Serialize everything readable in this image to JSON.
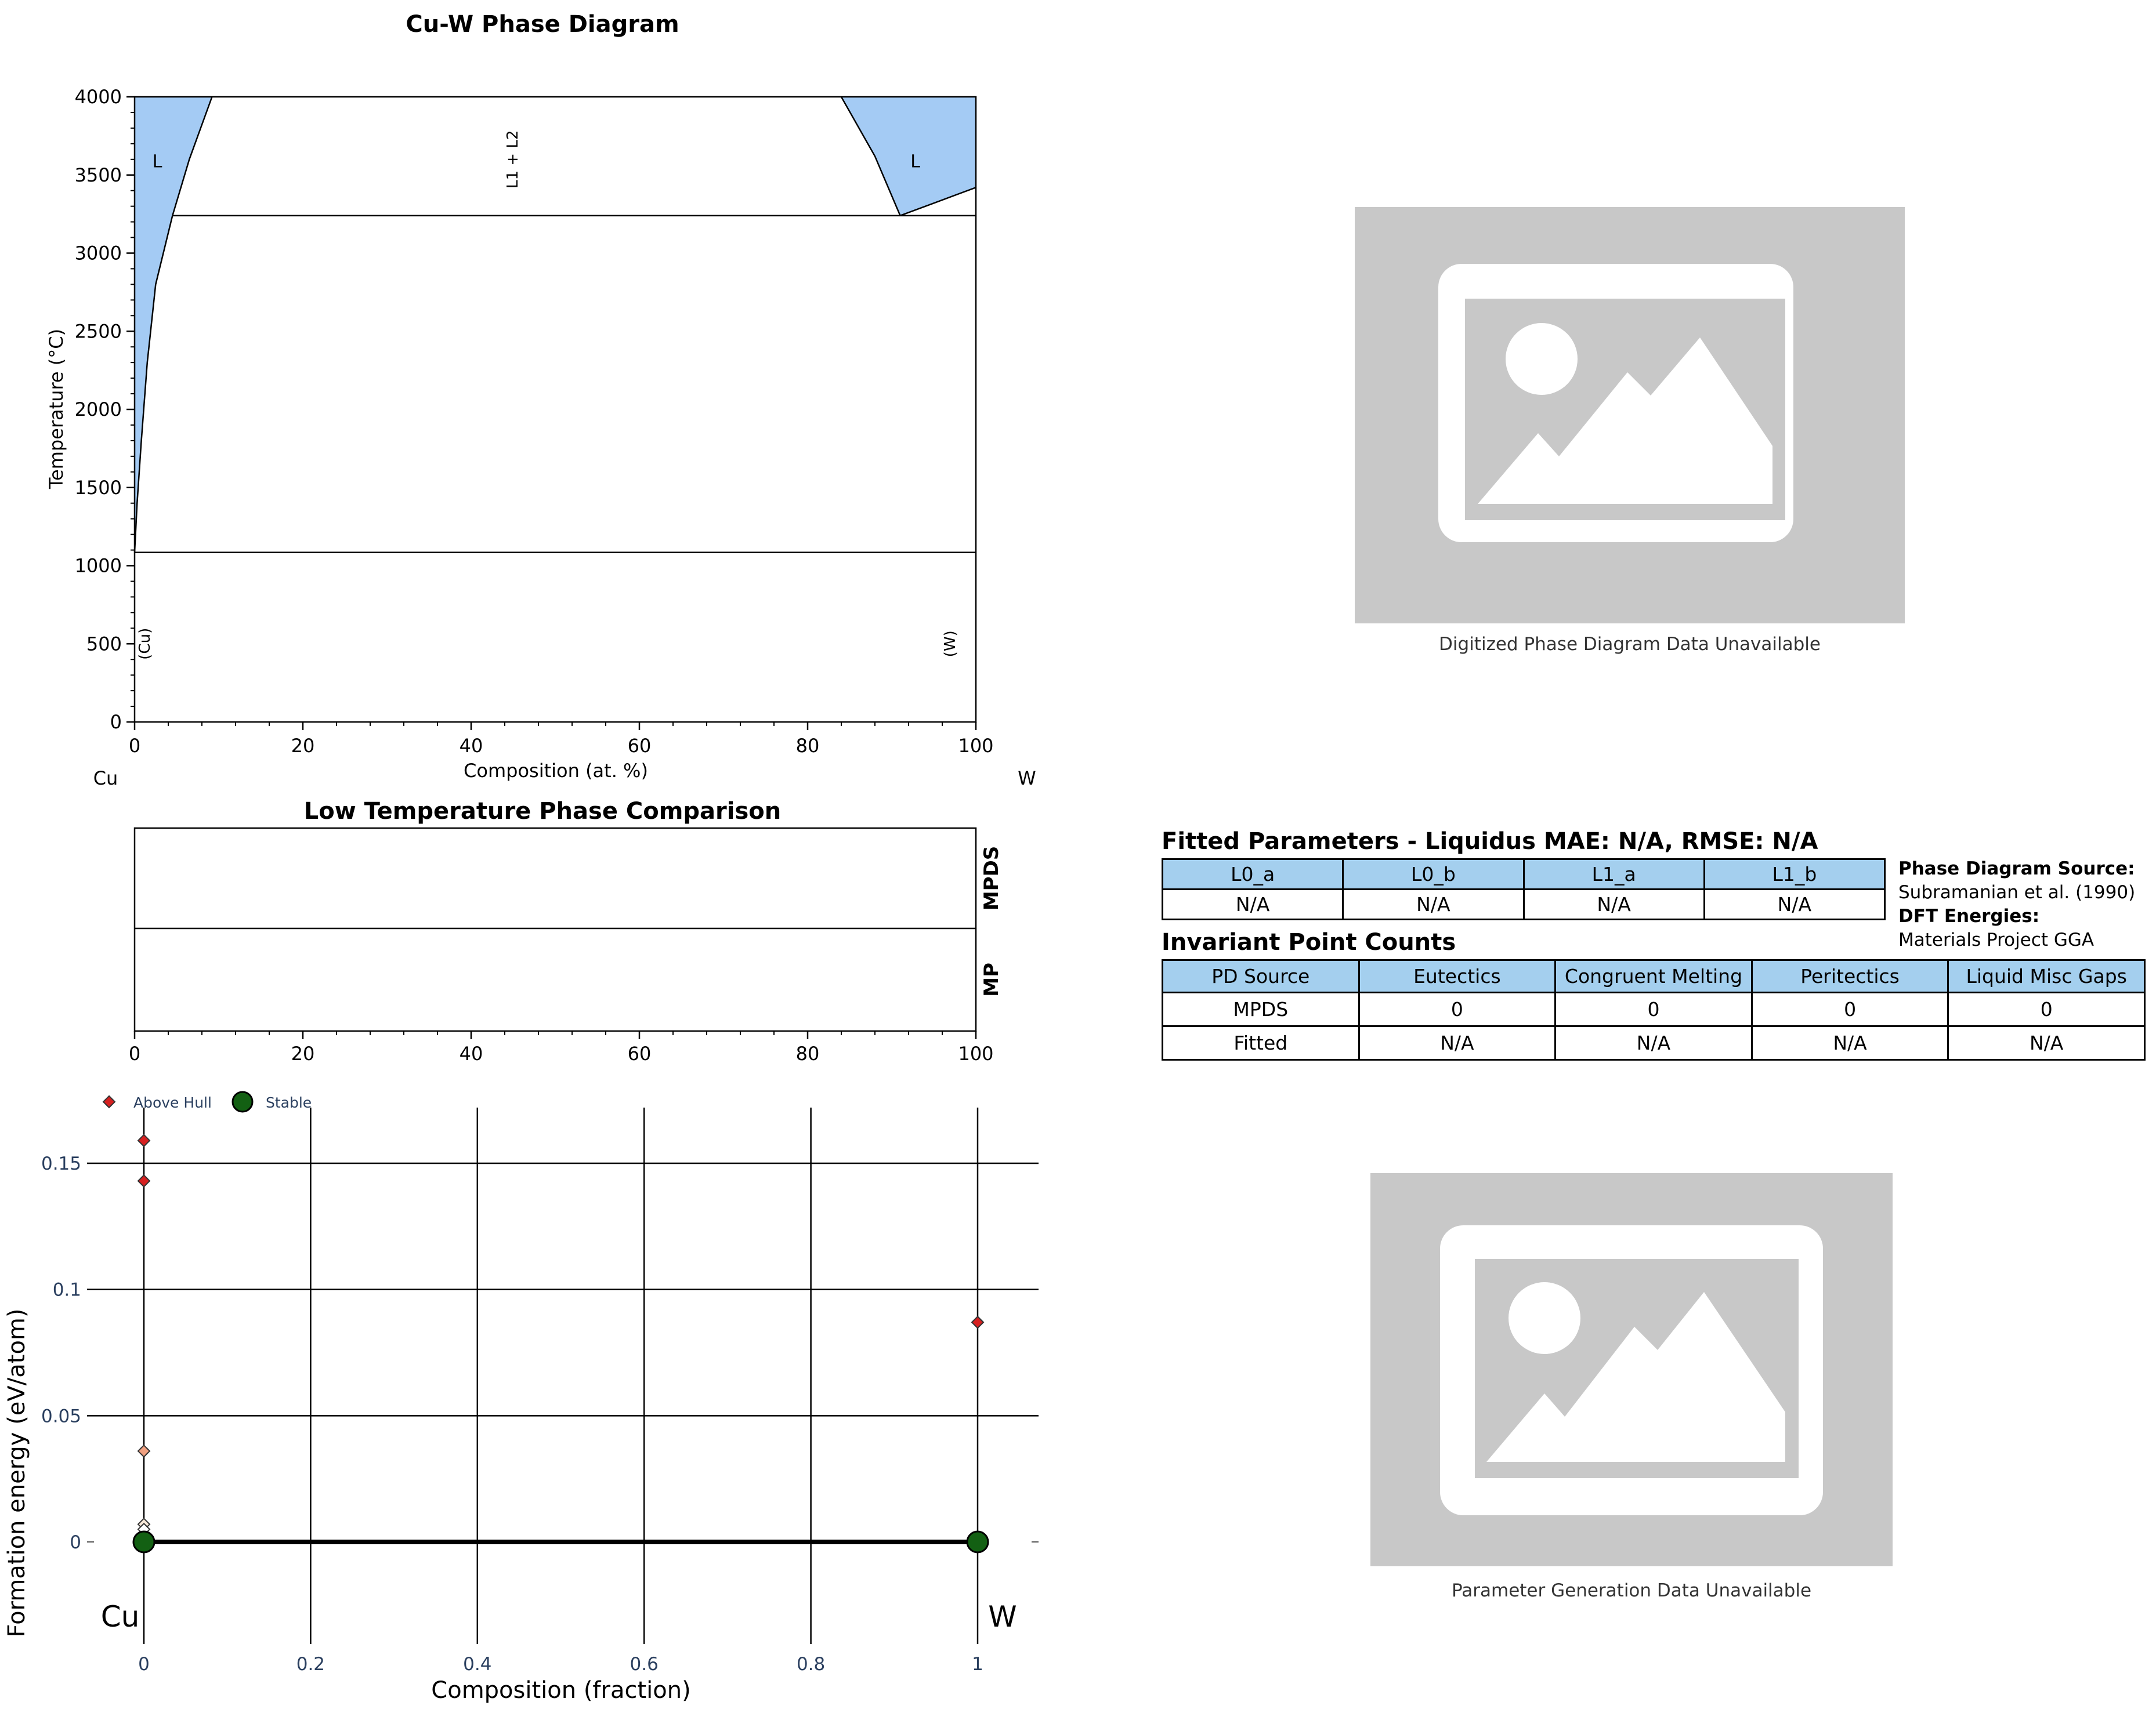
{
  "chart_data": [
    {
      "type": "area",
      "title": "Cu-W Phase Diagram",
      "xlabel": "Composition (at. %)",
      "ylabel": "Temperature (°C)",
      "xlim": [
        0,
        100
      ],
      "ylim": [
        0,
        4000
      ],
      "xticks": [
        "0",
        "20",
        "40",
        "60",
        "80",
        "100"
      ],
      "yticks": [
        "0",
        "500",
        "1000",
        "1500",
        "2000",
        "2500",
        "3000",
        "3500",
        "4000"
      ],
      "endpoints": {
        "left": "Cu",
        "right": "W"
      },
      "horizontal_lines": [
        1085,
        3240
      ],
      "liquid_color": "#a4cbf4",
      "region_labels": [
        {
          "text": "L",
          "x": 2.7,
          "y": 3550
        },
        {
          "text": "L",
          "x": 92.8,
          "y": 3550
        },
        {
          "text": "L1 + L2",
          "x": 45.5,
          "y": 3600
        },
        {
          "text": "(Cu)",
          "x": 1.8,
          "y": 500
        },
        {
          "text": "(W)",
          "x": 97.5,
          "y": 500
        }
      ],
      "left_liquidus": [
        [
          0,
          1085
        ],
        [
          0.3,
          1400
        ],
        [
          0.8,
          1800
        ],
        [
          1.5,
          2300
        ],
        [
          2.5,
          2800
        ],
        [
          4.5,
          3240
        ]
      ],
      "left_miscibility": [
        [
          4.5,
          3240
        ],
        [
          6.5,
          3600
        ],
        [
          9.2,
          4000
        ]
      ],
      "right_miscibility": [
        [
          84,
          4000
        ],
        [
          88,
          3620
        ],
        [
          91,
          3240
        ]
      ],
      "right_liquidus": [
        [
          91,
          3240
        ],
        [
          95,
          3320
        ],
        [
          100,
          3420
        ]
      ]
    },
    {
      "type": "table",
      "title": "Low Temperature Phase Comparison",
      "rows": [
        "MPDS",
        "MP"
      ],
      "xlim": [
        0,
        100
      ],
      "xticks": [
        "0",
        "20",
        "40",
        "60",
        "80",
        "100"
      ]
    },
    {
      "type": "scatter",
      "xlabel": "Composition (fraction)",
      "ylabel": "Formation energy (eV/atom)",
      "xlim": [
        0,
        1
      ],
      "ylim": [
        -0.035,
        0.175
      ],
      "xticks": [
        "0",
        "0.2",
        "0.4",
        "0.6",
        "0.8",
        "1"
      ],
      "yticks": [
        "0",
        "0.05",
        "0.1",
        "0.15"
      ],
      "endpoints": {
        "left": "Cu",
        "right": "W"
      },
      "legend": {
        "position": "top-left",
        "above_hull": "Above Hull",
        "stable": "Stable"
      },
      "above_hull": [
        {
          "x": 0,
          "y": 0.159,
          "color": "#d62020"
        },
        {
          "x": 0,
          "y": 0.143,
          "color": "#d62020"
        },
        {
          "x": 0,
          "y": 0.036,
          "color": "#f0a080"
        },
        {
          "x": 0,
          "y": 0.007,
          "color": "#f8e8d8"
        },
        {
          "x": 0,
          "y": 0.005,
          "color": "#ffffff"
        },
        {
          "x": 1,
          "y": 0.087,
          "color": "#d62020"
        }
      ],
      "stable": [
        {
          "x": 0,
          "y": 0
        },
        {
          "x": 1,
          "y": 0
        }
      ],
      "hull_line": [
        [
          0,
          0
        ],
        [
          1,
          0
        ]
      ]
    }
  ],
  "placeholders": {
    "top_caption": "Digitized Phase Diagram Data Unavailable",
    "bottom_caption": "Parameter Generation Data Unavailable"
  },
  "fitted": {
    "title": "Fitted Parameters - Liquidus MAE: N/A, RMSE: N/A",
    "headers": [
      "L0_a",
      "L0_b",
      "L1_a",
      "L1_b"
    ],
    "values": [
      "N/A",
      "N/A",
      "N/A",
      "N/A"
    ]
  },
  "source": {
    "pd_label": "Phase Diagram Source:",
    "pd_value": "Subramanian et al. (1990)",
    "dft_label": "DFT Energies:",
    "dft_value": "Materials Project GGA"
  },
  "invariant": {
    "title": "Invariant Point Counts",
    "headers": [
      "PD Source",
      "Eutectics",
      "Congruent Melting",
      "Peritectics",
      "Liquid Misc Gaps"
    ],
    "rows": [
      [
        "MPDS",
        "0",
        "0",
        "0",
        "0"
      ],
      [
        "Fitted",
        "N/A",
        "N/A",
        "N/A",
        "N/A"
      ]
    ]
  }
}
